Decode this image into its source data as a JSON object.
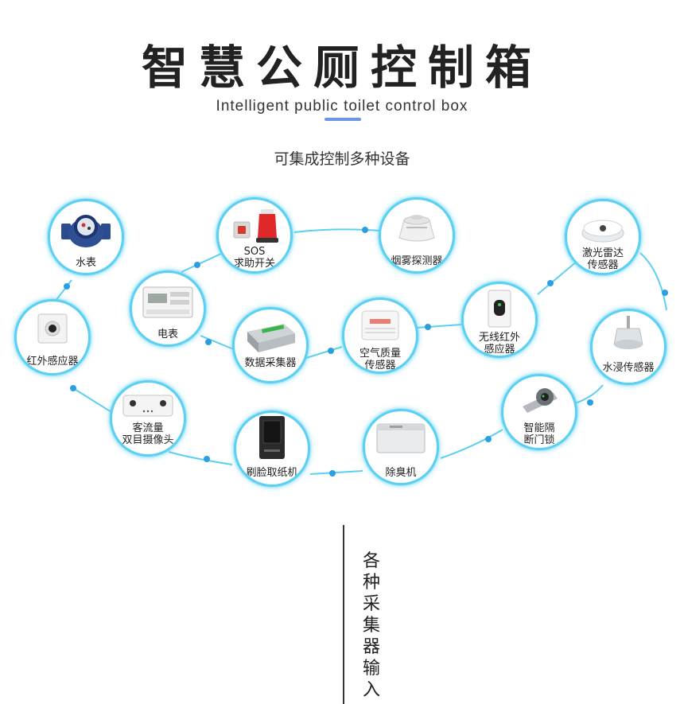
{
  "header": {
    "title": "智慧公厕控制箱",
    "subtitle": "Intelligent public toilet control box",
    "tagline": "可集成控制多种设备"
  },
  "colors": {
    "accent": "#5bd0f2",
    "underline": "#6f93e8"
  },
  "devices": [
    {
      "label": "水表",
      "icon": "water-meter-icon"
    },
    {
      "label": "SOS\n求助开关",
      "icon": "sos-alarm-icon"
    },
    {
      "label": "烟雾探测器",
      "icon": "smoke-detector-icon"
    },
    {
      "label": "激光雷达\n传感器",
      "icon": "lidar-sensor-icon"
    },
    {
      "label": "电表",
      "icon": "electric-meter-icon"
    },
    {
      "label": "红外感应器",
      "icon": "infrared-sensor-icon"
    },
    {
      "label": "数据采集器",
      "icon": "data-collector-icon"
    },
    {
      "label": "空气质量\n传感器",
      "icon": "air-quality-sensor-icon"
    },
    {
      "label": "无线红外\n感应器",
      "icon": "wireless-infrared-icon"
    },
    {
      "label": "水浸传感器",
      "icon": "water-leak-sensor-icon"
    },
    {
      "label": "客流量\n双目摄像头",
      "icon": "stereo-camera-icon"
    },
    {
      "label": "智能隔\n断门锁",
      "icon": "smart-lock-icon"
    },
    {
      "label": "刷脸取纸机",
      "icon": "face-paper-dispenser-icon"
    },
    {
      "label": "除臭机",
      "icon": "deodorizer-icon"
    }
  ],
  "footer": {
    "vertical_text": "各种采集器输入"
  }
}
